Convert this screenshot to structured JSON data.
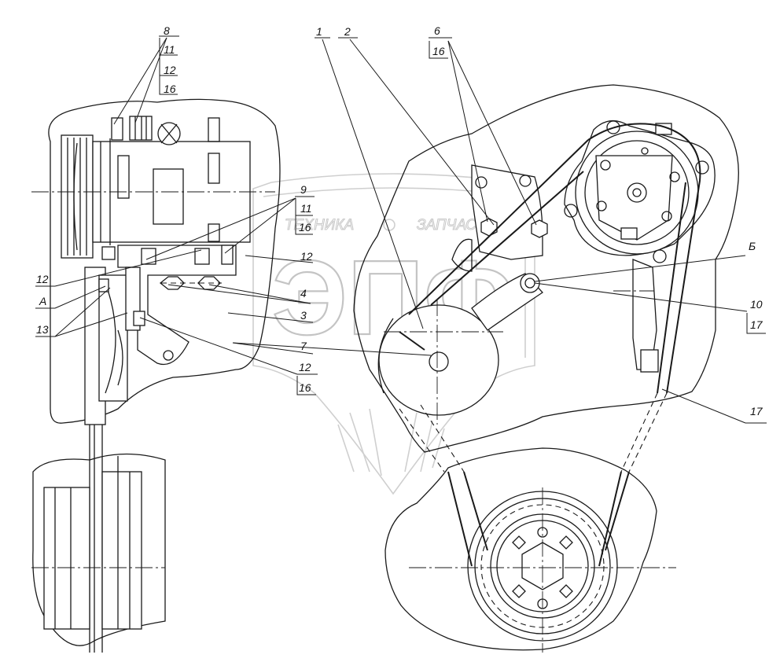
{
  "watermark": {
    "brand": "ЭПФ",
    "left_text": "ТЕХНИКА",
    "right_text": "ЗАПЧАСТИ"
  },
  "callouts": {
    "c1": "1",
    "c2": "2",
    "c3": "3",
    "c4": "4",
    "c6": "6",
    "c6_sub": "16",
    "c7": "7",
    "c8": "8",
    "c8_sub": [
      "11",
      "12",
      "16"
    ],
    "c9": "9",
    "c9_sub": [
      "11",
      "16"
    ],
    "c10": "10",
    "c10_sub": "17",
    "c12_top": "12",
    "c12_left": "12",
    "c12_bottom": "12",
    "c12_bottom_sub": "16",
    "c13": "13",
    "c17": "17",
    "view_a": "А",
    "view_b": "Б"
  }
}
